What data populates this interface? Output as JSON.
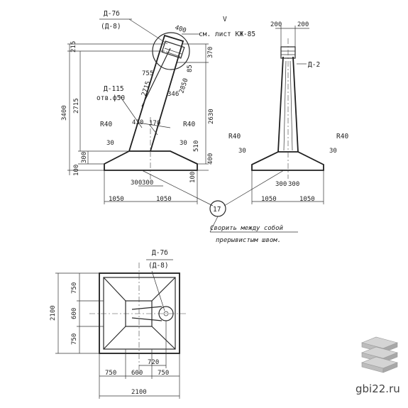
{
  "front_view": {
    "ref_top": "Д-7б",
    "ref_top_alt": "(Д-8)",
    "dim_400": "400",
    "see_sheet": "см. лист КЖ-85",
    "roman": "V",
    "dim_215": "215",
    "dim_3400": "3400",
    "dim_2715_left": "2715",
    "dim_370": "370",
    "dim_85": "85",
    "dim_755": "755",
    "dim_2715_diag": "2715",
    "dim_2850": "2850",
    "dim_346": "346",
    "ref_d115": "Д-115",
    "hole": "отв.ф50",
    "dim_2630": "2630",
    "dim_430": "430",
    "dim_170": "170",
    "r40_left": "R40",
    "r40_right": "R40",
    "dim_30_left": "30",
    "dim_30_right": "30",
    "dim_510": "510",
    "dim_300_left": "300",
    "dim_400_right": "400",
    "dim_100_left": "100",
    "dim_100_right": "100",
    "dim_300a": "300",
    "dim_300b": "300",
    "dim_1050_l": "1050",
    "dim_1050_r": "1050"
  },
  "side_view": {
    "dim_200a": "200",
    "dim_200b": "200",
    "ref_d2": "Д-2",
    "r40_left": "R40",
    "r40_right": "R40",
    "dim_30_left": "30",
    "dim_30_right": "30",
    "dim_300a": "300",
    "dim_300b": "300",
    "dim_1050_l": "1050",
    "dim_1050_r": "1050"
  },
  "callout": {
    "number": "17",
    "note_line1": "Сворить между собой",
    "note_line2": "прерывистым швом."
  },
  "plan_view": {
    "ref_top": "Д-7б",
    "ref_top_alt": "(Д-8)",
    "dim_2100_v": "2100",
    "dim_750_top": "750",
    "dim_600_mid": "600",
    "dim_750_bot": "750",
    "dim_720": "720",
    "dim_750_bl": "750",
    "dim_600_b": "600",
    "dim_750_br": "750",
    "dim_2100_h": "2100"
  },
  "watermark": {
    "text": "gbi22.ru",
    "icon": "stacked-slabs-icon"
  }
}
